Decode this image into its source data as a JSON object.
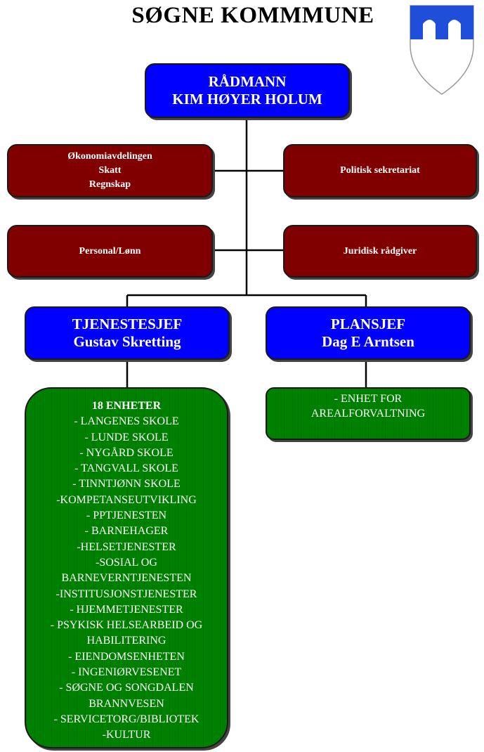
{
  "title": "SØGNE KOMMMUNE",
  "colors": {
    "head": "#0000ff",
    "staff": "#800000",
    "unit": "#008000",
    "crest_blue": "#1f4fd8"
  },
  "radmann": {
    "role": "RÅDMANN",
    "name": "KIM HØYER HOLUM"
  },
  "staff": {
    "okonomi": [
      "Økonomiavdelingen",
      "Skatt",
      "Regnskap"
    ],
    "politisk": "Politisk sekretariat",
    "personal": "Personal/Lønn",
    "juridisk": "Juridisk rådgiver"
  },
  "tjenestesjef": {
    "role": "TJENESTESJEF",
    "name": "Gustav Skretting"
  },
  "plansjef": {
    "role": "PLANSJEF",
    "name": "Dag E Arntsen"
  },
  "units_tjeneste": {
    "heading": "18 ENHETER",
    "lines": [
      "- LANGENES SKOLE",
      "- LUNDE SKOLE",
      "- NYGÅRD SKOLE",
      "- TANGVALL SKOLE",
      "- TINNTJØNN SKOLE",
      "-KOMPETANSEUTVIKLING",
      "- PPTJENESTEN",
      "- BARNEHAGER",
      "-HELSETJENESTER",
      "-SOSIAL OG",
      "BARNEVERNTJENESTEN",
      "-INSTITUSJONSTJENESTER",
      "- HJEMMETJENESTER",
      "- PSYKISK HELSEARBEID OG",
      "HABILITERING",
      "- EIENDOMSENHETEN",
      "- INGENIØRVESENET",
      "- SØGNE OG SONGDALEN",
      "BRANNVESEN",
      "- SERVICETORG/BIBLIOTEK",
      "-KULTUR"
    ]
  },
  "units_plan": {
    "lines": [
      "- ENHET FOR",
      "AREALFORVALTNING"
    ]
  }
}
